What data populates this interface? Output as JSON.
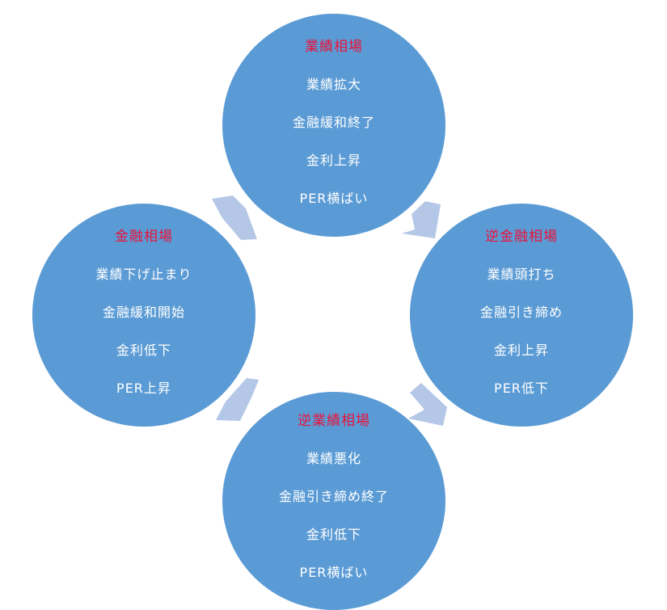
{
  "colors": {
    "circle_fill": "#5b9bd5",
    "title_text": "#e8133b",
    "body_text": "#ffffff",
    "arrow_fill": "#b4c7e7"
  },
  "phases": {
    "top": {
      "title": "業績相場",
      "lines": [
        "業績拡大",
        "金融緩和終了",
        "金利上昇",
        "PER横ばい"
      ]
    },
    "right": {
      "title": "逆金融相場",
      "lines": [
        "業績頭打ち",
        "金融引き締め",
        "金利上昇",
        "PER低下"
      ]
    },
    "bottom": {
      "title": "逆業績相場",
      "lines": [
        "業績悪化",
        "金融引き締め終了",
        "金利低下",
        "PER横ばい"
      ]
    },
    "left": {
      "title": "金融相場",
      "lines": [
        "業績下げ止まり",
        "金融緩和開始",
        "金利低下",
        "PER上昇"
      ]
    }
  }
}
